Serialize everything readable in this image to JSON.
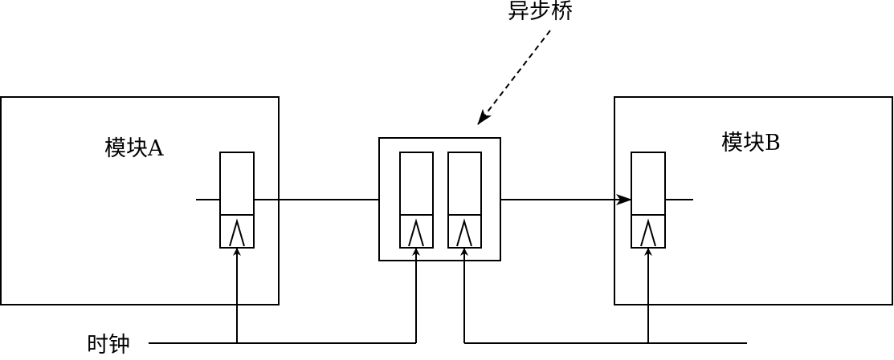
{
  "labels": {
    "module_a": "模块A",
    "module_b": "模块B",
    "bridge": "异步桥",
    "clock": "时钟"
  },
  "colors": {
    "line": "#000000",
    "background": "#ffffff"
  }
}
